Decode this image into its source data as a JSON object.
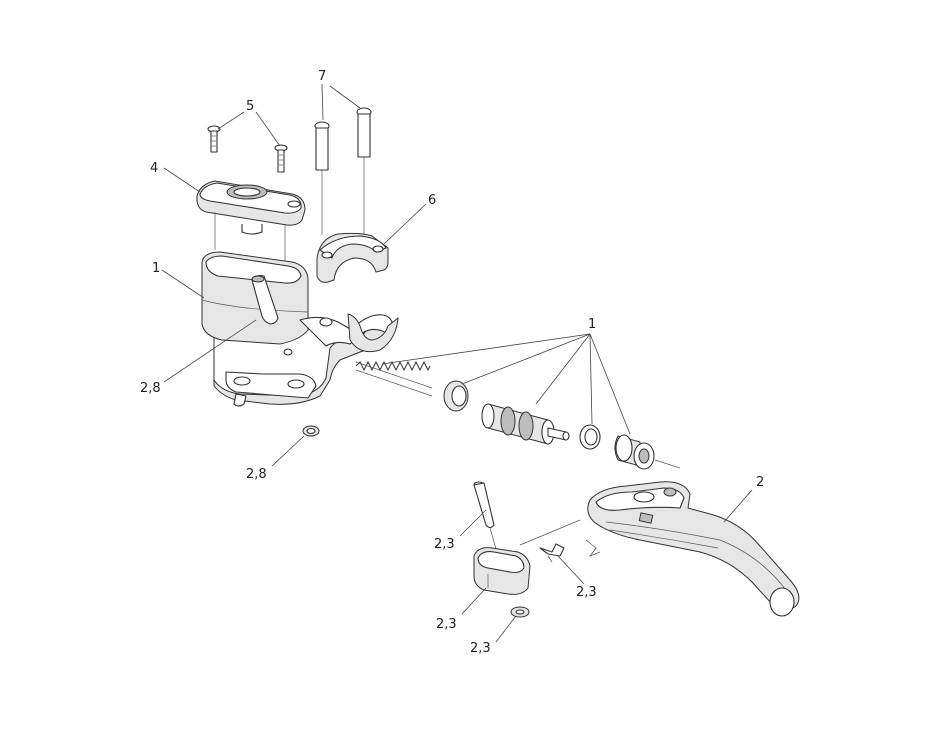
{
  "labels": {
    "l1_body": "1",
    "l1_kit": "1",
    "l2": "2",
    "l4": "4",
    "l5": "5",
    "l6": "6",
    "l7": "7",
    "l28_a": "2,8",
    "l28_b": "2,8",
    "l23_a": "2,3",
    "l23_b": "2,3",
    "l23_c": "2,3",
    "l23_d": "2,3"
  },
  "colors": {
    "line": "#333333",
    "shade": "#e6e6e6",
    "background": "#ffffff"
  }
}
